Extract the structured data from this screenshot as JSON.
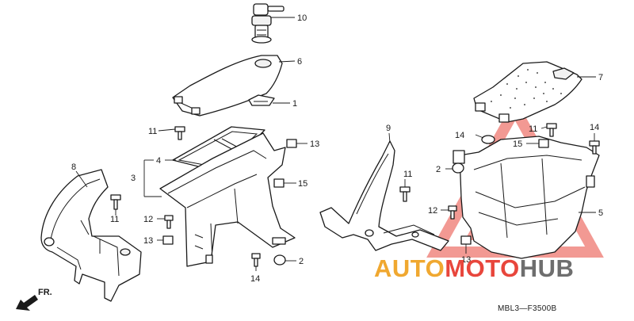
{
  "callouts": {
    "c1": "1",
    "c2a": "2",
    "c2b": "2",
    "c3": "3",
    "c4": "4",
    "c5": "5",
    "c6": "6",
    "c7": "7",
    "c8": "8",
    "c9": "9",
    "c10": "10",
    "c11a": "11",
    "c11b": "11",
    "c11c": "11",
    "c11d": "11",
    "c12a": "12",
    "c12b": "12",
    "c13a": "13",
    "c13b": "13",
    "c13c": "13",
    "c14a": "14",
    "c14b": "14",
    "c14c": "14",
    "c15a": "15",
    "c15b": "15"
  },
  "direction_label": "FR.",
  "diagram_code": "MBL3—F3500B",
  "watermark": {
    "part1": "AUTO",
    "part2": "MOTO",
    "part3": "HUB",
    "color_orange": "#f0a830",
    "color_red": "#e8463c",
    "color_grey": "#6e6e6e"
  }
}
